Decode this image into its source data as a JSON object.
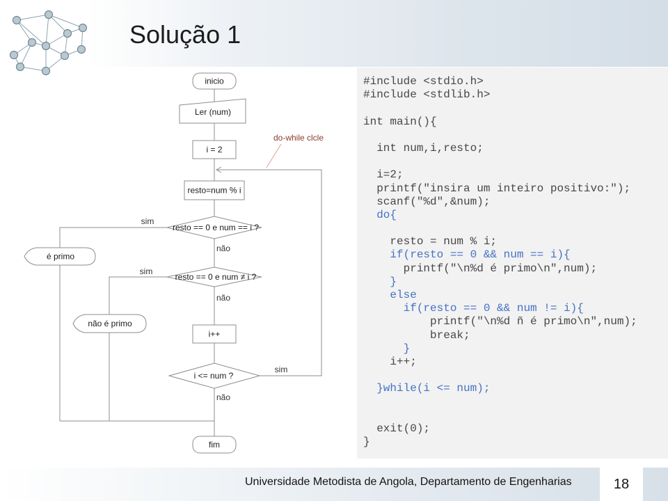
{
  "slide": {
    "title": "Solução 1",
    "footer": "Universidade Metodista de Angola, Departamento de Engenharias",
    "page_number": "18"
  },
  "flowchart": {
    "start": "inicio",
    "input": "Ler (num)",
    "init": "i = 2",
    "compute": "resto=num % i",
    "decisions": [
      {
        "text": "resto == 0 e num == i ?",
        "yes": "sim",
        "no": "não"
      },
      {
        "text": "resto == 0 e num ≠ i ?",
        "yes": "sim",
        "no": "não"
      },
      {
        "text": "i <= num ?",
        "yes": "sim",
        "no": "não"
      }
    ],
    "outputs": [
      "é primo",
      "não é primo"
    ],
    "increment": "i++",
    "end": "fim",
    "loop_annotation": "do-while clcle"
  },
  "code": {
    "lines": [
      {
        "text": "#include <stdio.h>"
      },
      {
        "text": "#include <stdlib.h>"
      },
      {
        "text": ""
      },
      {
        "text": "int main(){"
      },
      {
        "text": ""
      },
      {
        "text": "  int num,i,resto;"
      },
      {
        "text": ""
      },
      {
        "text": "  i=2;"
      },
      {
        "text": "  printf(\"insira um inteiro positivo:\");"
      },
      {
        "text": "  scanf(\"%d\",&num);"
      },
      {
        "text": "  do{",
        "highlight": true
      },
      {
        "text": ""
      },
      {
        "text": "    resto = num % i;"
      },
      {
        "text": "    if(resto == 0 && num == i){",
        "highlight": true
      },
      {
        "text": "      printf(\"\\n%d é primo\\n\",num);"
      },
      {
        "text": "    }",
        "highlight": true
      },
      {
        "text": "    else",
        "highlight": true
      },
      {
        "text": "      if(resto == 0 && num != i){",
        "highlight": true
      },
      {
        "text": "          printf(\"\\n%d ñ é primo\\n\",num);"
      },
      {
        "text": "          break;"
      },
      {
        "text": "      }",
        "highlight": true
      },
      {
        "text": "    i++;"
      },
      {
        "text": ""
      },
      {
        "text": "  }while(i <= num);",
        "highlight": true
      },
      {
        "text": ""
      },
      {
        "text": ""
      },
      {
        "text": "  exit(0);"
      },
      {
        "text": "}"
      }
    ]
  },
  "colors": {
    "code_text": "#474747",
    "code_keyword": "#4472c4",
    "code_background": "#f2f2f2",
    "annotation": "#8b3a2c",
    "shape_stroke": "#8c8c8c"
  },
  "icons": {
    "logo": "network-graph-icon"
  }
}
